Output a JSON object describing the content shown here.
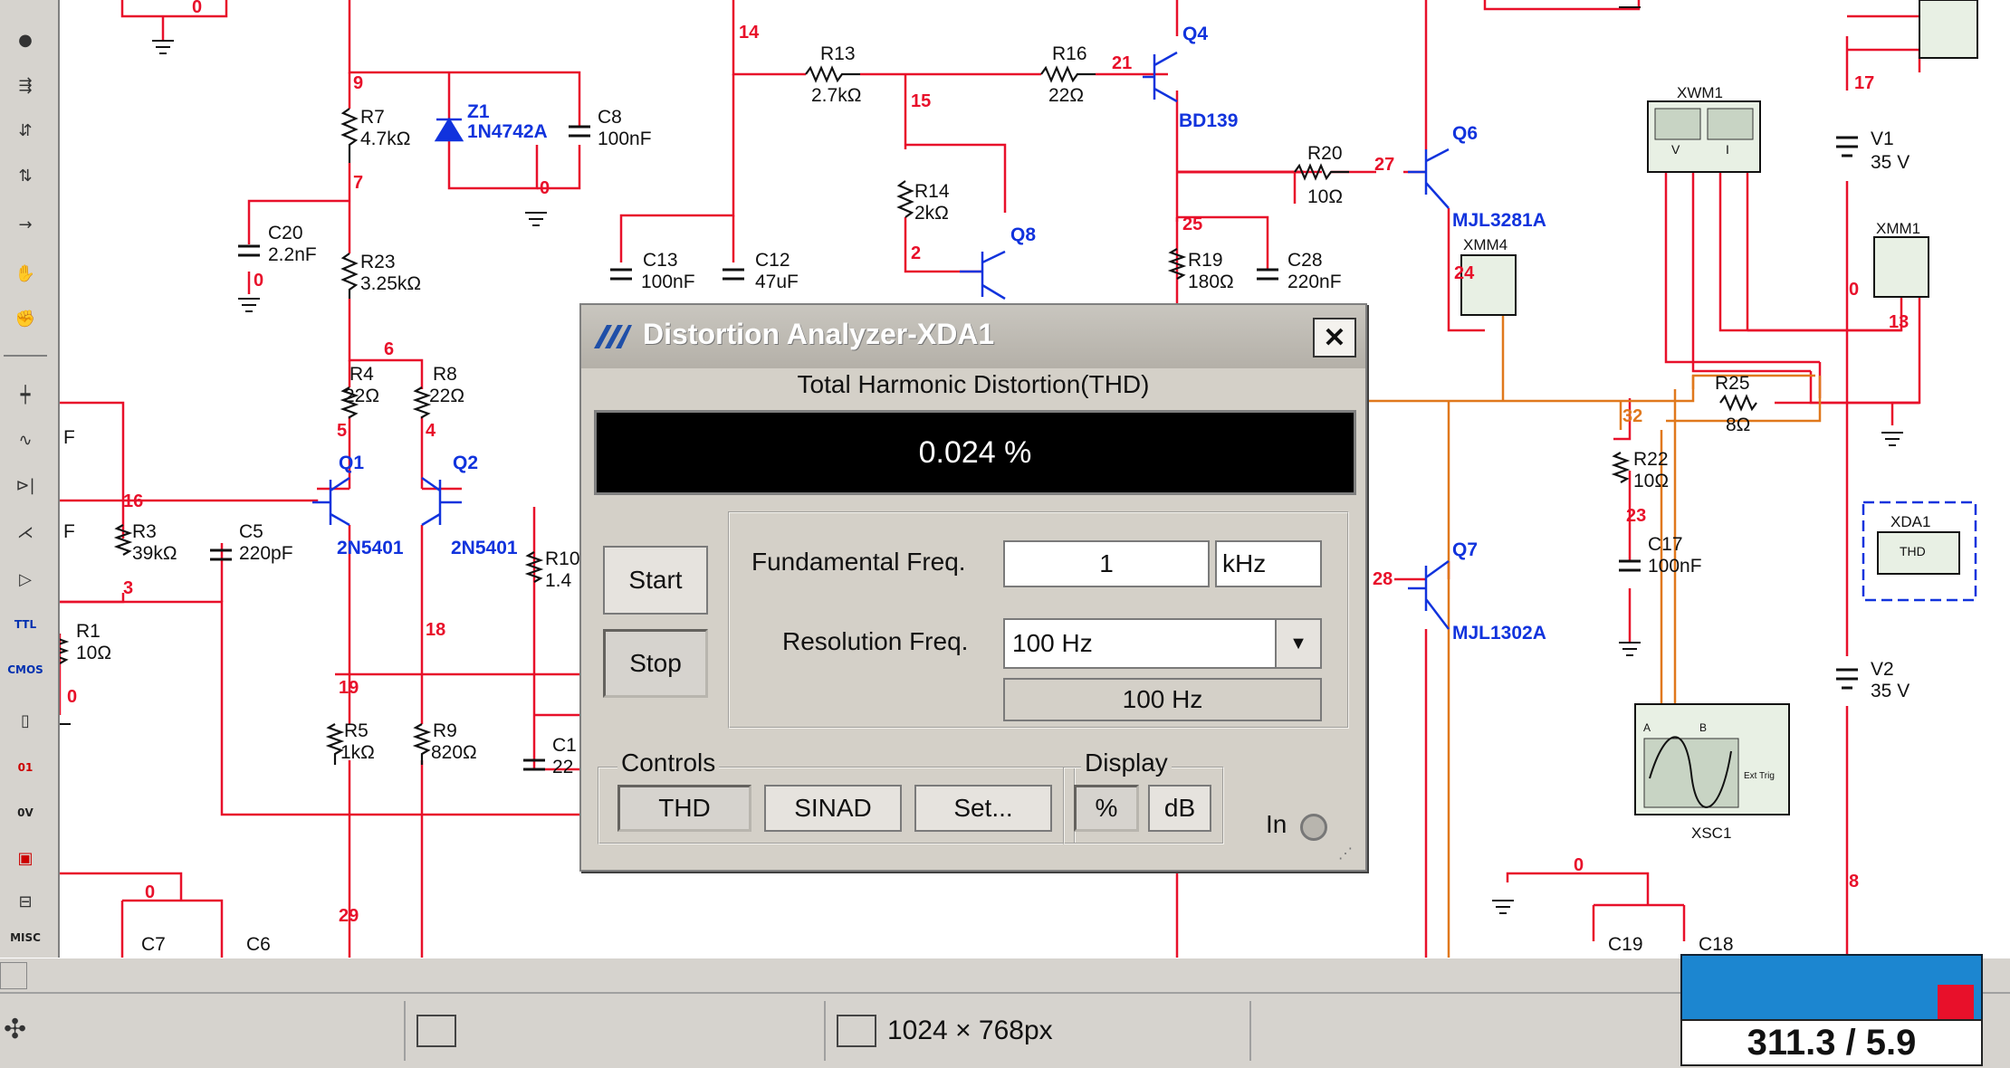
{
  "toolbar": {
    "items": [
      {
        "icon": "probe-icon"
      },
      {
        "icon": "hierarchy-icon"
      },
      {
        "icon": "hierarchy-up-icon"
      },
      {
        "icon": "hierarchy-down-icon"
      },
      {
        "icon": "connector-icon"
      },
      {
        "icon": "hand-icon"
      },
      {
        "icon": "hand-copy-icon"
      },
      {
        "icon": "source-icon"
      },
      {
        "icon": "basic-icon"
      },
      {
        "icon": "diode-icon"
      },
      {
        "icon": "transistor-icon"
      },
      {
        "icon": "analog-icon"
      },
      {
        "label": "TTL"
      },
      {
        "label": "CMOS"
      },
      {
        "icon": "mcu-icon"
      },
      {
        "label": "01"
      },
      {
        "label": "0V"
      },
      {
        "icon": "indicator-icon"
      },
      {
        "icon": "power-icon"
      },
      {
        "label": "MISC"
      }
    ]
  },
  "schematic": {
    "nets": [
      "0",
      "14",
      "9",
      "7",
      "0",
      "15",
      "21",
      "27",
      "17",
      "0",
      "0",
      "2",
      "25",
      "24",
      "13",
      "6",
      "5",
      "4",
      "16",
      "3",
      "32",
      "23",
      "28",
      "19",
      "18",
      "0",
      "29",
      "0",
      "0",
      "8"
    ],
    "components": [
      {
        "ref": "R7",
        "value": "4.7kΩ"
      },
      {
        "ref": "Z1",
        "value": "1N4742A"
      },
      {
        "ref": "C8",
        "value": "100nF"
      },
      {
        "ref": "R13",
        "value": "2.7kΩ"
      },
      {
        "ref": "R16",
        "value": "22Ω"
      },
      {
        "ref": "Q4",
        "value": "BD139"
      },
      {
        "ref": "R20",
        "value": "10Ω"
      },
      {
        "ref": "Q6",
        "value": "MJL3281A"
      },
      {
        "ref": "V1",
        "value": "35 V"
      },
      {
        "ref": "C20",
        "value": "2.2nF"
      },
      {
        "ref": "R23",
        "value": "3.25kΩ"
      },
      {
        "ref": "R14",
        "value": "2kΩ"
      },
      {
        "ref": "Q8",
        "value": ""
      },
      {
        "ref": "C13",
        "value": "100nF"
      },
      {
        "ref": "C12",
        "value": "47uF"
      },
      {
        "ref": "R19",
        "value": "180Ω"
      },
      {
        "ref": "C28",
        "value": "220nF"
      },
      {
        "ref": "R4",
        "value": "22Ω"
      },
      {
        "ref": "R8",
        "value": "22Ω"
      },
      {
        "ref": "Q1",
        "value": "2N5401"
      },
      {
        "ref": "Q2",
        "value": "2N5401"
      },
      {
        "ref": "R3",
        "value": "39kΩ"
      },
      {
        "ref": "C5",
        "value": "220pF"
      },
      {
        "ref": "R10",
        "value": "1.4"
      },
      {
        "ref": "R1",
        "value": "10Ω"
      },
      {
        "ref": "R5",
        "value": "1kΩ"
      },
      {
        "ref": "R9",
        "value": "820Ω"
      },
      {
        "ref": "C1",
        "value": "22"
      },
      {
        "ref": "R25",
        "value": "8Ω"
      },
      {
        "ref": "R22",
        "value": "10Ω"
      },
      {
        "ref": "C17",
        "value": "100nF"
      },
      {
        "ref": "Q7",
        "value": "MJL1302A"
      },
      {
        "ref": "V2",
        "value": "35 V"
      },
      {
        "ref": "C7",
        "value": ""
      },
      {
        "ref": "C6",
        "value": ""
      },
      {
        "ref": "C19",
        "value": ""
      },
      {
        "ref": "C18",
        "value": ""
      }
    ],
    "instruments": [
      "XWM1",
      "XMM1",
      "XMM4",
      "XDA1",
      "XSC1"
    ],
    "fragments": [
      "F",
      "F"
    ],
    "scope_pins": [
      "A",
      "B",
      "Ext Trig"
    ],
    "wattmeter_labels": [
      "V",
      "I"
    ],
    "xda_label": "THD"
  },
  "dialog": {
    "title": "Distortion Analyzer-XDA1",
    "close_label": "✕",
    "thd_title": "Total Harmonic Distortion(THD)",
    "thd_value": "0.024 %",
    "start_label": "Start",
    "stop_label": "Stop",
    "fundamental_label": "Fundamental Freq.",
    "fundamental_value": "1",
    "fundamental_unit": "kHz",
    "resolution_label": "Resolution Freq.",
    "resolution_value": "100 Hz",
    "resolution_readout": "100 Hz",
    "controls_group": "Controls",
    "thd_button": "THD",
    "sinad_button": "SINAD",
    "set_button": "Set...",
    "display_group": "Display",
    "percent_button": "%",
    "db_button": "dB",
    "in_label": "In"
  },
  "status_bar": {
    "size_text": "1024 × 768px",
    "coords_text": "311.3 / 5.9"
  },
  "colors": {
    "wire": "#e8102a",
    "probe_wire": "#e0781c",
    "part_label": "#1133dd",
    "component": "#111111",
    "dialog_bg": "#d4d0c8"
  }
}
